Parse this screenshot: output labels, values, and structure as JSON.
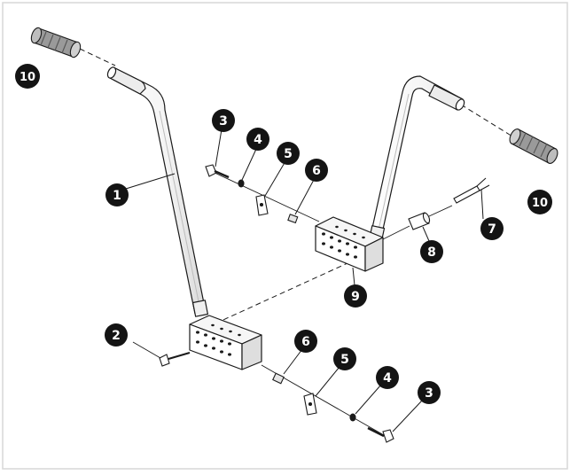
{
  "callouts": {
    "c1": "1",
    "c2": "2",
    "c3a": "3",
    "c3b": "3",
    "c4a": "4",
    "c4b": "4",
    "c5a": "5",
    "c5b": "5",
    "c6a": "6",
    "c6b": "6",
    "c7": "7",
    "c8": "8",
    "c9": "9",
    "c10a": "10",
    "c10b": "10"
  },
  "colors": {
    "border": "#d7d7d7",
    "line": "#1a1a1a",
    "part_fill": "#ffffff",
    "part_shade": "#e4e4e4",
    "badge": "#141414",
    "badge_text": "#ffffff"
  }
}
